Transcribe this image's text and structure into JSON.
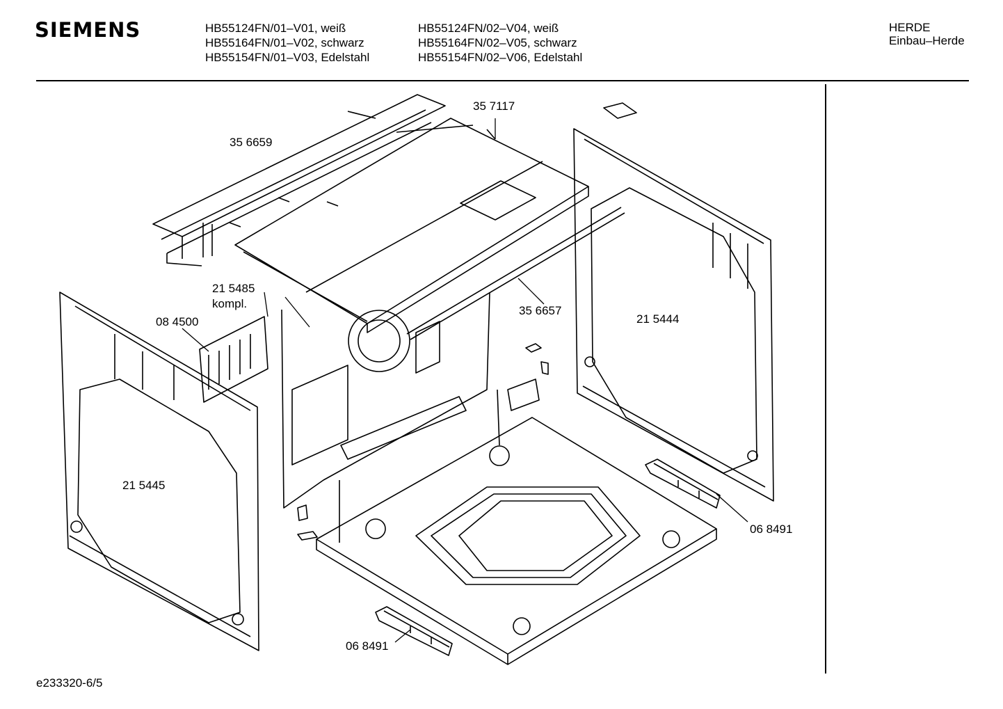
{
  "header": {
    "brand": "SIEMENS",
    "models_col1": [
      "HB55124FN/01–V01, weiß",
      "HB55164FN/01–V02, schwarz",
      "HB55154FN/01–V03, Edelstahl"
    ],
    "models_col2": [
      "HB55124FN/02–V04, weiß",
      "HB55164FN/02–V05, schwarz",
      "HB55154FN/02–V06, Edelstahl"
    ],
    "category": "HERDE",
    "subcategory": "Einbau–Herde"
  },
  "parts": {
    "p357117": "35  7117",
    "p356659": "35 6659",
    "p215485": "21 5485",
    "p215485_note": "kompl.",
    "p084500": "08 4500",
    "p356657": "35 6657",
    "p215444": "21 5444",
    "p215445": "21 5445",
    "p068491_right": "06 8491",
    "p068491_bottom": "06 8491"
  },
  "footer": {
    "drawing_id": "e233320-6/5"
  }
}
